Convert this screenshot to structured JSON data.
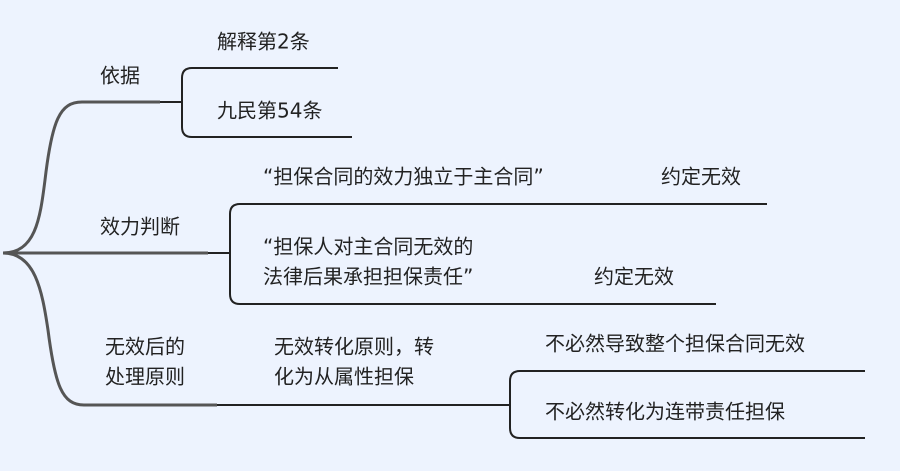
{
  "mindmap": {
    "branches": [
      {
        "label": "依据",
        "children": [
          "解释第2条",
          "九民第54条"
        ]
      },
      {
        "label": "效力判断",
        "children": [
          {
            "text": "“担保合同的效力独立于主合同”",
            "note": "约定无效"
          },
          {
            "text_line1": "“担保人对主合同无效的",
            "text_line2": "法律后果承担担保责任”",
            "note": "约定无效"
          }
        ]
      },
      {
        "label_line1": "无效后的",
        "label_line2": "处理原则",
        "sub_line1": "无效转化原则，转",
        "sub_line2": "化为从属性担保",
        "children": [
          "不必然导致整个担保合同无效",
          "不必然转化为连带责任担保"
        ]
      }
    ]
  }
}
